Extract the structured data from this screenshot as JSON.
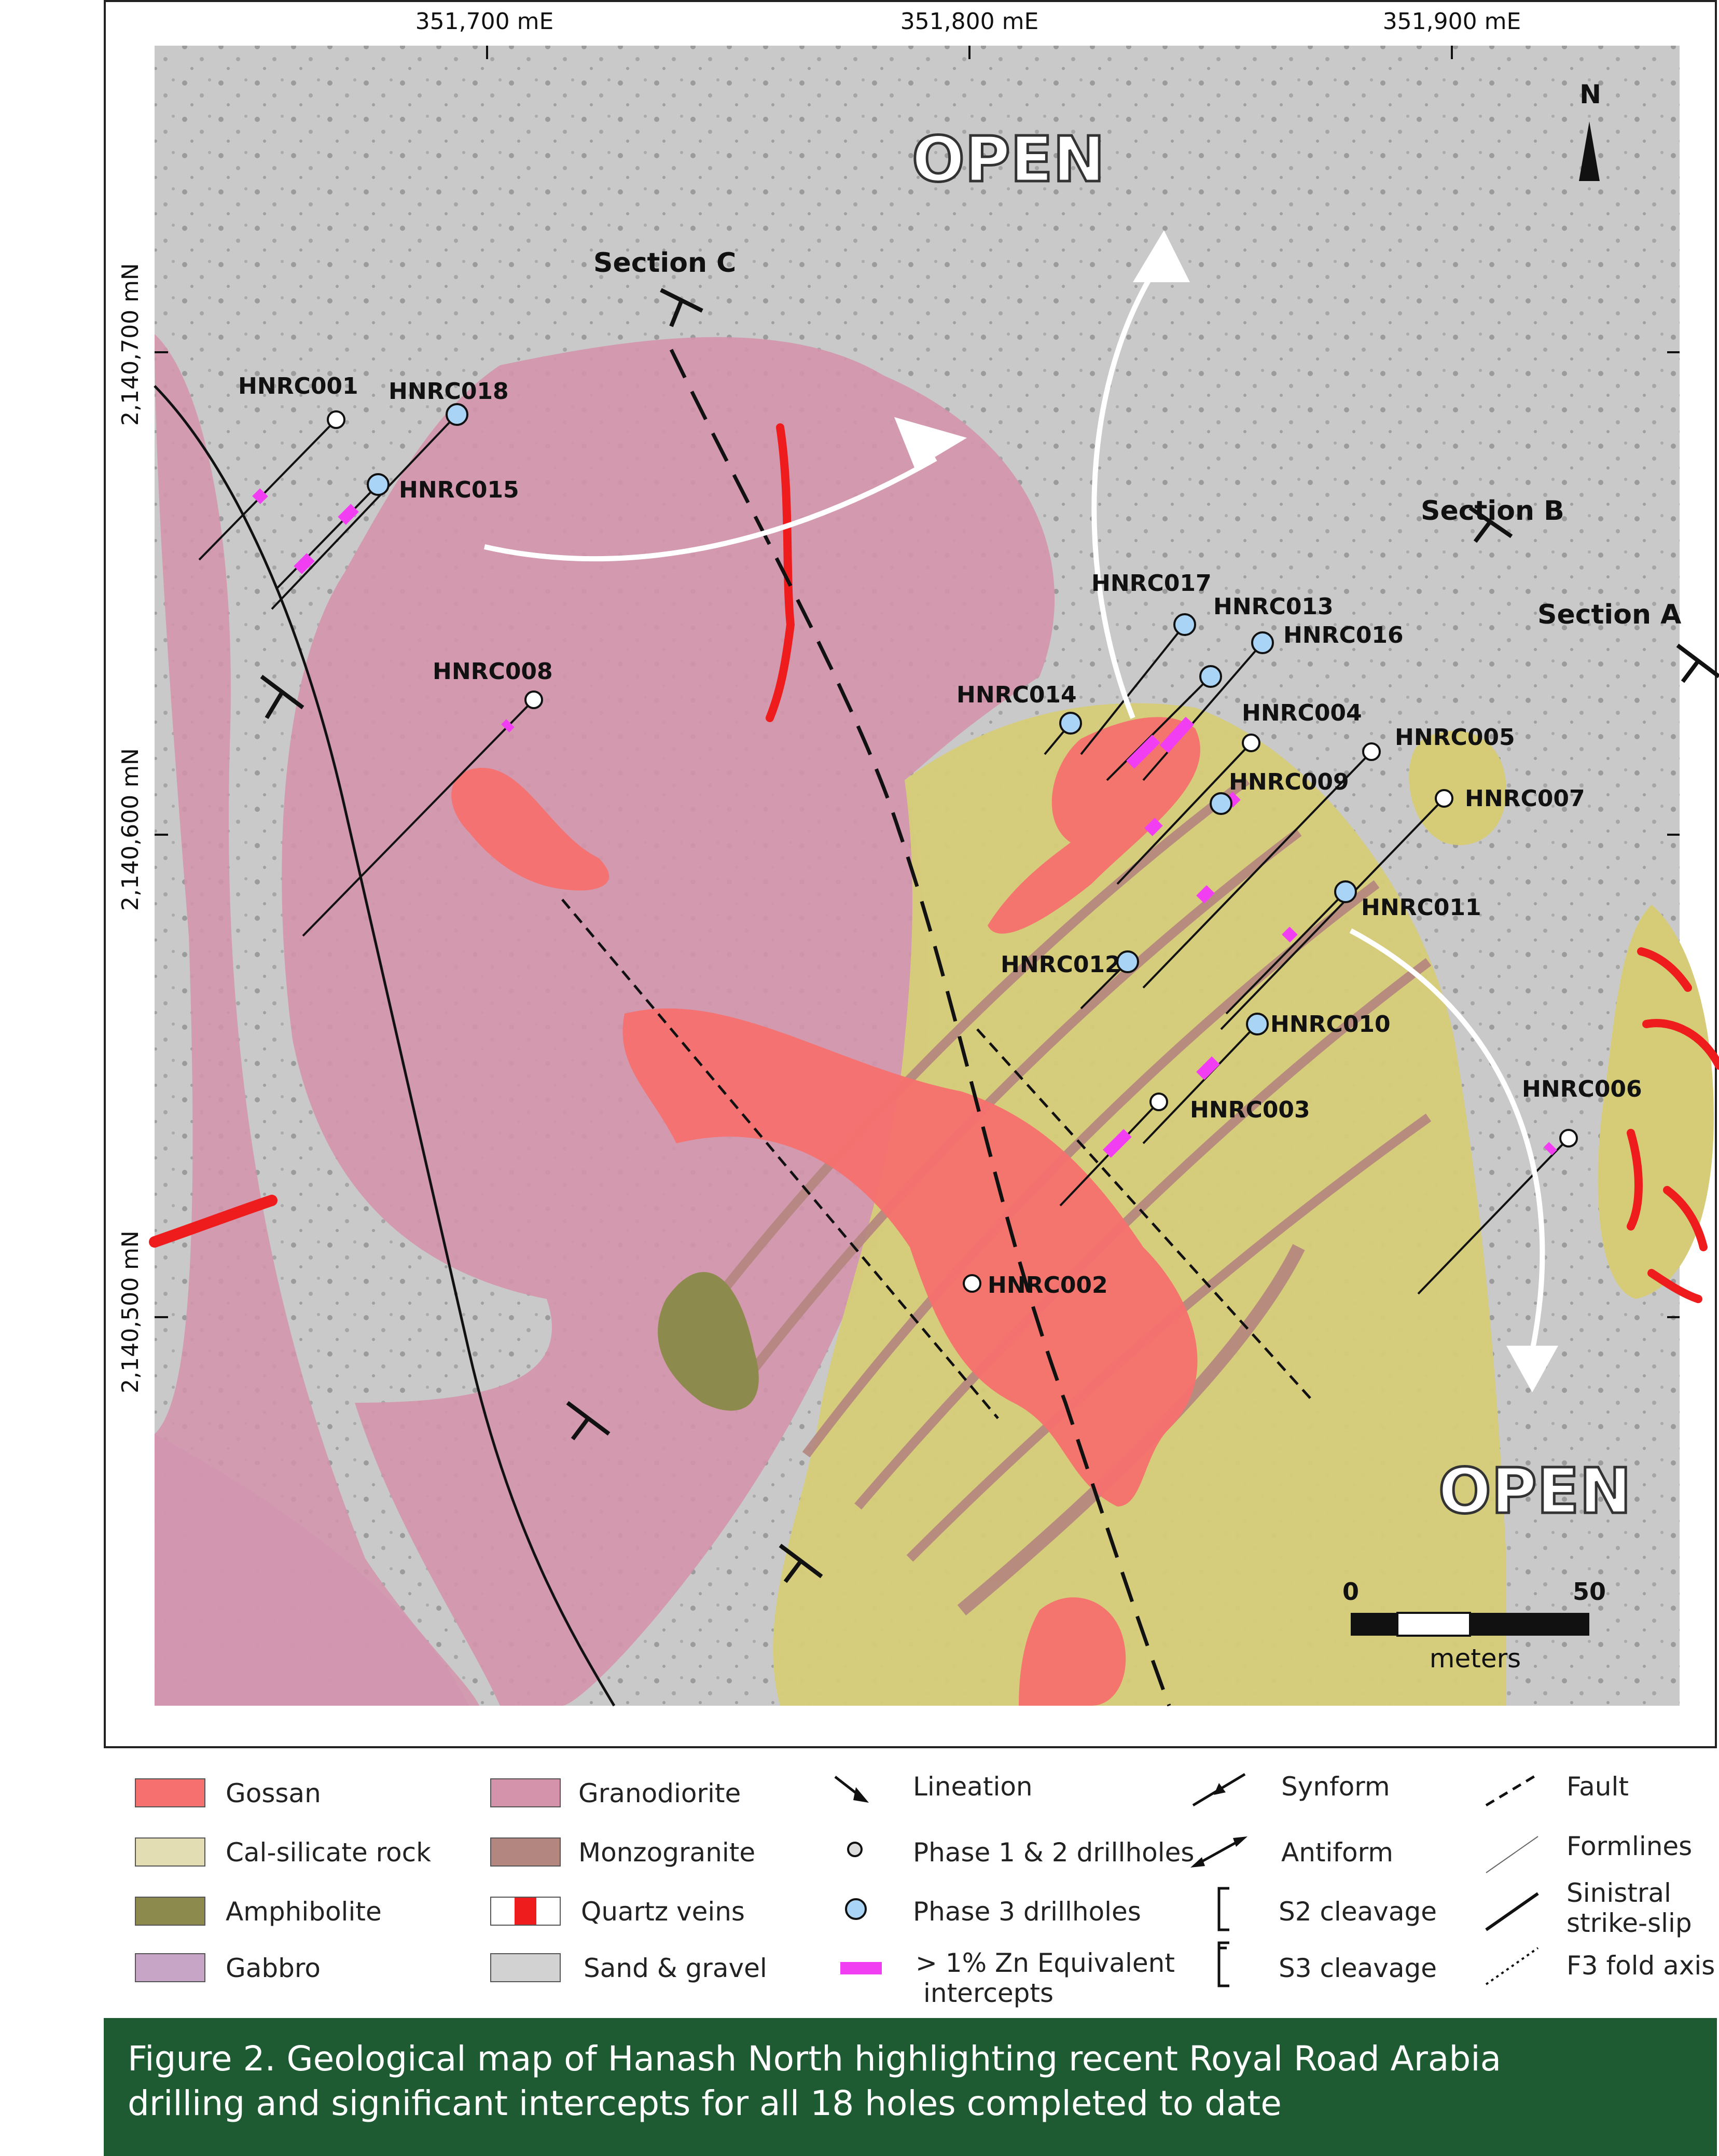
{
  "map": {
    "easting_labels": [
      "351,700 mE",
      "351,800 mE",
      "351,900 mE"
    ],
    "northing_labels": [
      "2,140,700 mN",
      "2,140,600 mN",
      "2,140,500 mN"
    ],
    "north_label": "N",
    "open_labels": [
      "OPEN",
      "OPEN"
    ],
    "sections": [
      "Section C",
      "Section B",
      "Section A"
    ],
    "drillholes": [
      {
        "id": "HNRC001",
        "phase": "1-2"
      },
      {
        "id": "HNRC018",
        "phase": "3"
      },
      {
        "id": "HNRC015",
        "phase": "3"
      },
      {
        "id": "HNRC008",
        "phase": "1-2"
      },
      {
        "id": "HNRC017",
        "phase": "3"
      },
      {
        "id": "HNRC013",
        "phase": "3"
      },
      {
        "id": "HNRC016",
        "phase": "3"
      },
      {
        "id": "HNRC014",
        "phase": "3"
      },
      {
        "id": "HNRC004",
        "phase": "1-2"
      },
      {
        "id": "HNRC005",
        "phase": "1-2"
      },
      {
        "id": "HNRC009",
        "phase": "3"
      },
      {
        "id": "HNRC007",
        "phase": "1-2"
      },
      {
        "id": "HNRC011",
        "phase": "3"
      },
      {
        "id": "HNRC012",
        "phase": "3"
      },
      {
        "id": "HNRC010",
        "phase": "3"
      },
      {
        "id": "HNRC003",
        "phase": "1-2"
      },
      {
        "id": "HNRC006",
        "phase": "1-2"
      },
      {
        "id": "HNRC002",
        "phase": "1-2"
      }
    ],
    "scale_bar": {
      "min": "0",
      "max": "50",
      "unit": "meters"
    }
  },
  "legend": {
    "gossan": "Gossan",
    "calsilicate": "Cal-silicate rock",
    "amphibolite": "Amphibolite",
    "gabbro": "Gabbro",
    "granodiorite": "Granodiorite",
    "monzogranite": "Monzogranite",
    "quartz_veins": "Quartz veins",
    "sand_gravel": "Sand & gravel",
    "lineation": "Lineation",
    "phase12": "Phase 1 & 2 drillholes",
    "phase3": "Phase 3 drillholes",
    "zn_line1": "> 1% Zn Equivalent",
    "zn_line2": "intercepts",
    "synform": "Synform",
    "antiform": "Antiform",
    "s2": "S2 cleavage",
    "s3": "S3 cleavage",
    "fault": "Fault",
    "formlines": "Formlines",
    "sinistral_line1": "Sinistral",
    "sinistral_line2": "strike-slip",
    "f3": "F3 fold axis"
  },
  "colors": {
    "gossan": "#f5706e",
    "calsilicate": "#d6cc78",
    "amphibolite": "#8c8a4c",
    "gabbro": "#c6a5c6",
    "granodiorite": "#d493ab",
    "monzogranite": "#b48680",
    "quartz_red": "#ee1c1c",
    "sand_gravel": "#c9c9c9",
    "phase3": "#a9d4f5",
    "zn": "#f23ef2",
    "caption_bg": "#1e5b32"
  },
  "caption": {
    "line1": "Figure 2. Geological map of Hanash North highlighting recent Royal Road Arabia",
    "line2": "drilling and significant intercepts for all 18 holes completed to date"
  }
}
